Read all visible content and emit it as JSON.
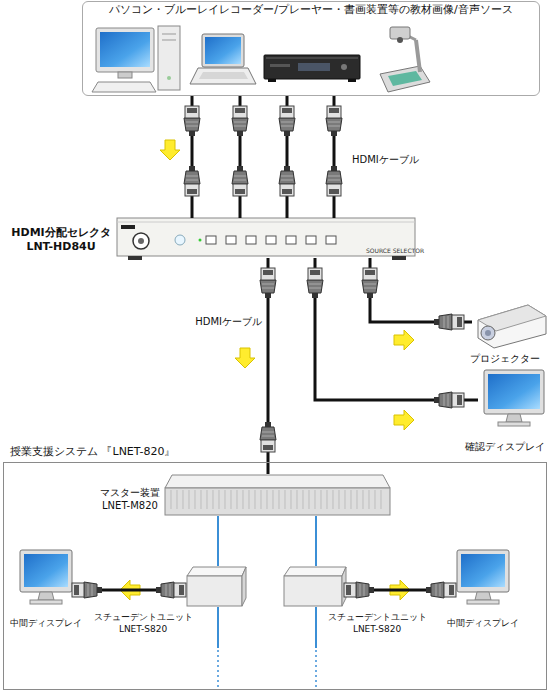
{
  "diagram": {
    "nodes": [
      {
        "text": [
          "パソコン・ブルーレイレコーダー/プレーヤー・書画装置等の教材画像/音声ソース"
        ]
      },
      {
        "text": [
          "HDMI分配セレクタ LNT-HD84U"
        ]
      },
      {
        "text": [
          "プロジェクター"
        ]
      },
      {
        "text": [
          "確認ディスプレイ"
        ]
      },
      {
        "text": [
          "授業支援システム 『LNET-820』"
        ]
      },
      {
        "text": [
          "マスター装置 LNET-M820"
        ],
        "in": 4
      },
      {
        "text": [
          "中間ディスプレイ"
        ],
        "in": 4
      },
      {
        "text": [
          "スチューデントユニット LNET-S820"
        ],
        "in": 4
      },
      {
        "text": [
          "スチューデントユニット LNET-S820"
        ],
        "in": 4
      },
      {
        "text": [
          "中間ディスプレイ"
        ],
        "in": 4
      }
    ],
    "edges": [
      {
        "from": 0,
        "to": 1,
        "arrow": "none"
      },
      {
        "from": 0,
        "to": 1,
        "arrow": "none"
      },
      {
        "from": 0,
        "to": 1,
        "arrow": "none"
      },
      {
        "from": 0,
        "to": 1,
        "arrow": "none"
      },
      {
        "from": 1,
        "to": 5,
        "arrow": "none"
      },
      {
        "from": 1,
        "to": 3,
        "arrow": "none"
      },
      {
        "from": 1,
        "to": 2,
        "arrow": "none"
      },
      {
        "from": 5,
        "to": 7,
        "arrow": "none"
      },
      {
        "from": 5,
        "to": 8,
        "arrow": "none"
      },
      {
        "from": 7,
        "to": 6,
        "arrow": "none"
      },
      {
        "from": 8,
        "to": 9,
        "arrow": "none"
      }
    ],
    "labels": [
      "HDMIケーブル",
      "HDMIケーブル",
      "SOURCE SELECTOR"
    ]
  }
}
